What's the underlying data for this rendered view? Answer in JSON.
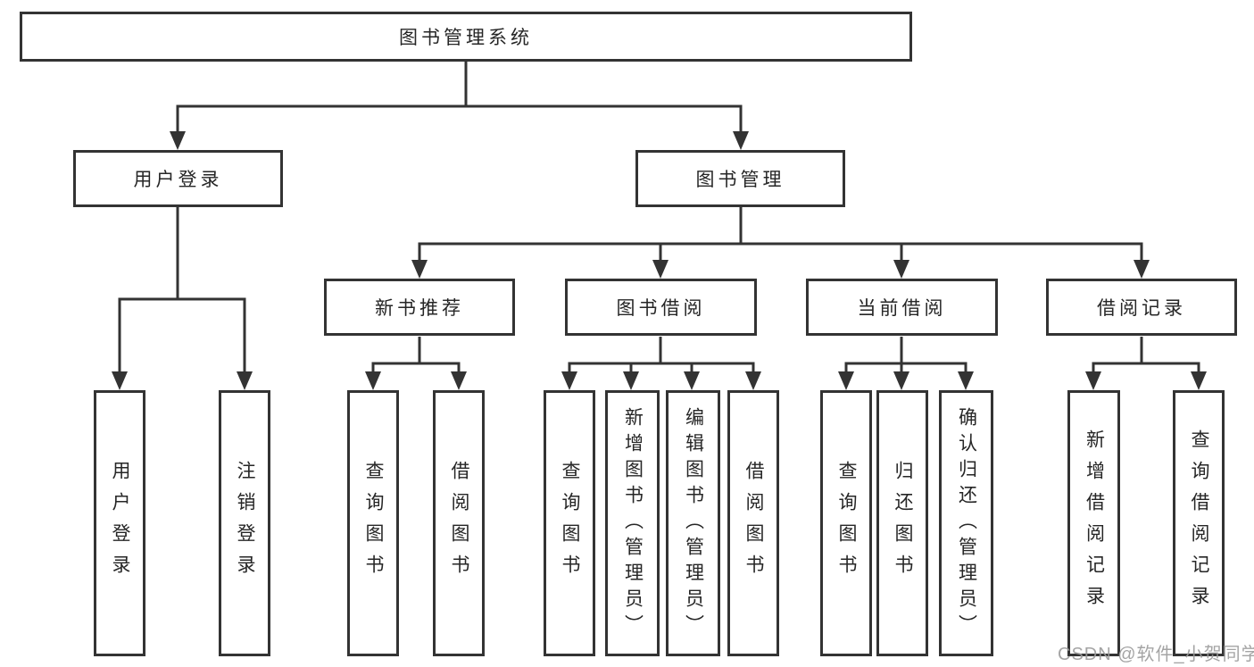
{
  "diagram": {
    "root": {
      "label": "图书管理系统"
    },
    "branches": [
      {
        "label": "用户登录",
        "leaves": [
          "用户登录",
          "注销登录"
        ]
      },
      {
        "label": "图书管理",
        "groups": [
          {
            "label": "新书推荐",
            "leaves": [
              "查询图书",
              "借阅图书"
            ]
          },
          {
            "label": "图书借阅",
            "leaves": [
              "查询图书",
              "新增图书（管理员）",
              "编辑图书（管理员）",
              "借阅图书"
            ]
          },
          {
            "label": "当前借阅",
            "leaves": [
              "查询图书",
              "归还图书",
              "确认归还（管理员）"
            ]
          },
          {
            "label": "借阅记录",
            "leaves": [
              "新增借阅记录",
              "查询借阅记录"
            ]
          }
        ]
      }
    ],
    "colors": {
      "line": "#333333",
      "box_border": "#333333",
      "box_fill": "#ffffff",
      "text": "#262626",
      "watermark": "#9b9b9b"
    }
  },
  "watermark": {
    "text": "CSDN @软件_小贺同学"
  }
}
